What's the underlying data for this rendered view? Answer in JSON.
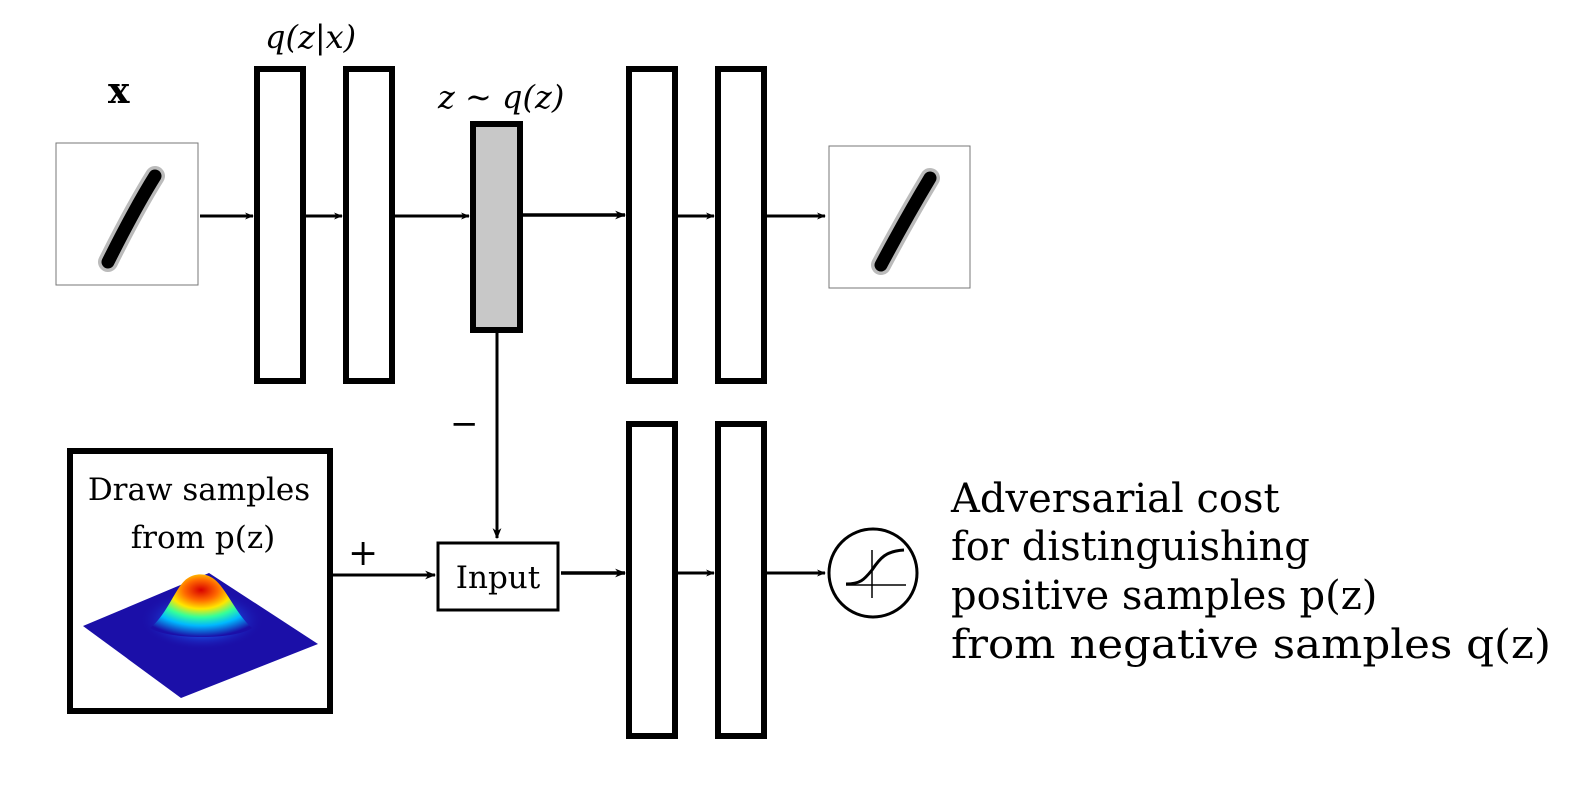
{
  "labels": {
    "x_input": "x",
    "encoder": "q(z|x)",
    "latent": "z ∼ q(z)",
    "minus_sign": "−",
    "plus_sign": "+",
    "input_box": "Input",
    "sampler_line1": "Draw samples",
    "sampler_line2": "from p(z)"
  },
  "adversarial_text": [
    "Adversarial cost",
    "for distinguishing",
    "positive samples p(z)",
    "from negative samples q(z)"
  ],
  "icons": {
    "digit_input": "handwritten-digit-one",
    "digit_output": "handwritten-digit-one",
    "gaussian": "gaussian-surface-plot",
    "sigmoid": "sigmoid-icon"
  },
  "colors": {
    "stroke": "#000000",
    "latent_fill": "#c8c8c8",
    "image_border": "#777777",
    "gaussian_plane": "#1b0fa8",
    "gaussian_peak": "#e01010"
  }
}
